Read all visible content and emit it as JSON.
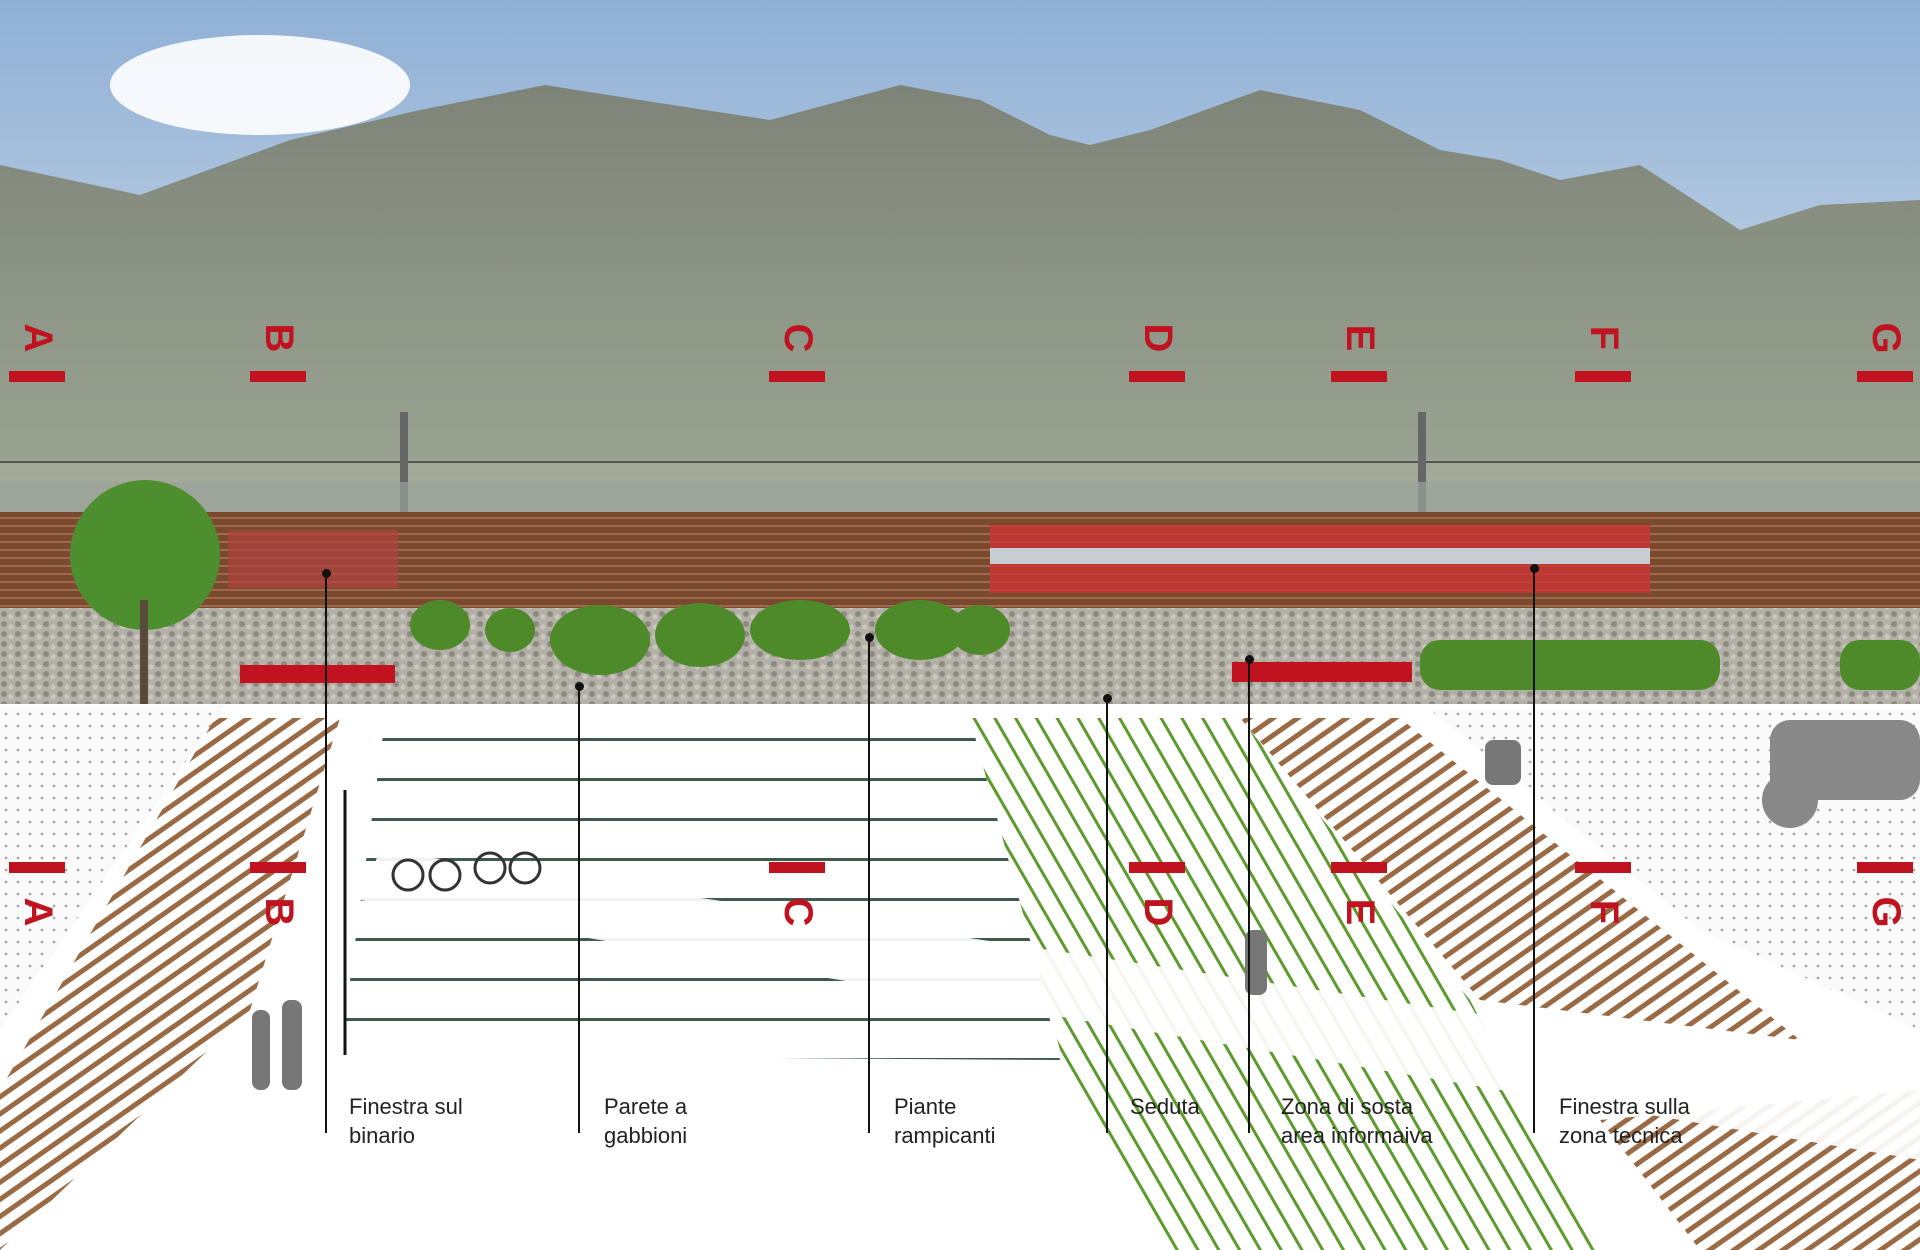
{
  "sections": [
    "A",
    "B",
    "C",
    "D",
    "E",
    "F",
    "G"
  ],
  "callouts": [
    {
      "line1": "Finestra sul",
      "line2": "binario"
    },
    {
      "line1": "Parete a",
      "line2": "gabbioni"
    },
    {
      "line1": "Piante",
      "line2": "rampicanti"
    },
    {
      "line1": "Seduta",
      "line2": ""
    },
    {
      "line1": "Zona di sosta",
      "line2": "area informaiva"
    },
    {
      "line1": "Finestra sulla",
      "line2": "zona tecnica"
    }
  ],
  "colors": {
    "section": "#c1121f",
    "sky": "#9fb9d8",
    "mountain": "#8c9486",
    "wood": "#8a5a3a",
    "grass": "#5c9a2c"
  }
}
